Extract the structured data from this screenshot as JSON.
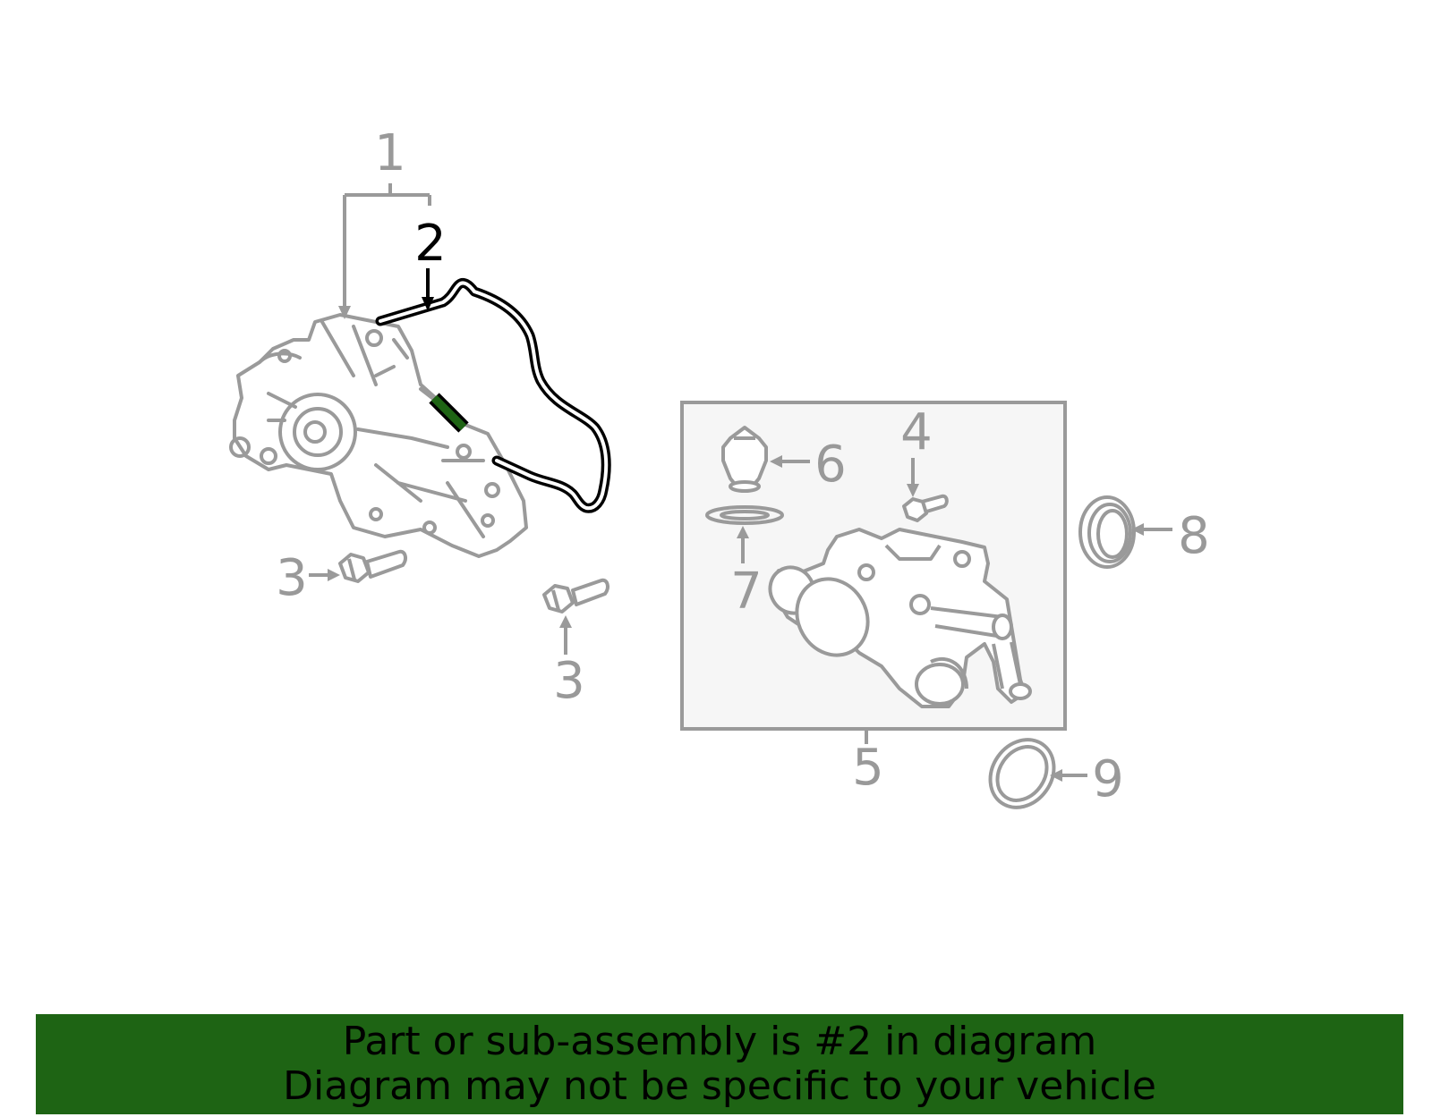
{
  "callouts": {
    "c1": "1",
    "c2": "2",
    "c3a": "3",
    "c3b": "3",
    "c4": "4",
    "c5": "5",
    "c6": "6",
    "c7": "7",
    "c8": "8",
    "c9": "9"
  },
  "highlighted_part": "2",
  "colors": {
    "part_line": "#9a9a9a",
    "highlight_line": "#000000",
    "highlight_fill": "#1e6414",
    "banner_bg": "#1e6414",
    "box_bg": "#f6f6f6"
  },
  "banner": {
    "line1": "Part or sub-assembly is #2 in diagram",
    "line2": "Diagram may not be specific to your vehicle"
  }
}
